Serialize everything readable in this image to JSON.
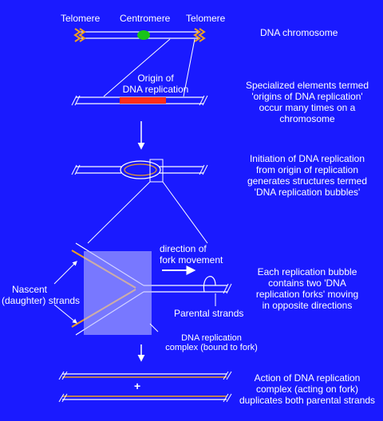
{
  "colors": {
    "background": "#1a1aff",
    "strand": "#ffffff",
    "telomere": "#f0a020",
    "centromere": "#19c419",
    "origin": "#ff2d1a",
    "nascent_strand": "#f0a020",
    "replication_complex": "#b8b8ff"
  },
  "stage1": {
    "telomere_left": "Telomere",
    "centromere": "Centromere",
    "telomere_right": "Telomere",
    "caption": "DNA chromosome"
  },
  "stage2": {
    "origin_label_line1": "Origin of",
    "origin_label_line2": "DNA replication",
    "caption_line1": "Specialized elements termed",
    "caption_line2": "'origins of DNA replication'",
    "caption_line3": "occur many times on a",
    "caption_line4": "chromosome"
  },
  "stage3": {
    "caption_line1": "Initiation of DNA replication",
    "caption_line2": "from origin of replication",
    "caption_line3": "generates structures termed",
    "caption_line4": "'DNA replication bubbles'"
  },
  "stage4": {
    "direction_line1": "direction of",
    "direction_line2": "fork movement",
    "nascent_line1": "Nascent",
    "nascent_line2": "(daughter) strands",
    "parental": "Parental strands",
    "complex_line1": "DNA replication",
    "complex_line2": "complex (bound to fork)",
    "caption_line1": "Each replication bubble",
    "caption_line2": "contains two 'DNA",
    "caption_line3": "replication forks' moving",
    "caption_line4": "in opposite directions"
  },
  "stage5": {
    "plus": "+",
    "caption_line1": "Action of DNA replication",
    "caption_line2": "complex (acting on fork)",
    "caption_line3": "duplicates both parental strands"
  }
}
